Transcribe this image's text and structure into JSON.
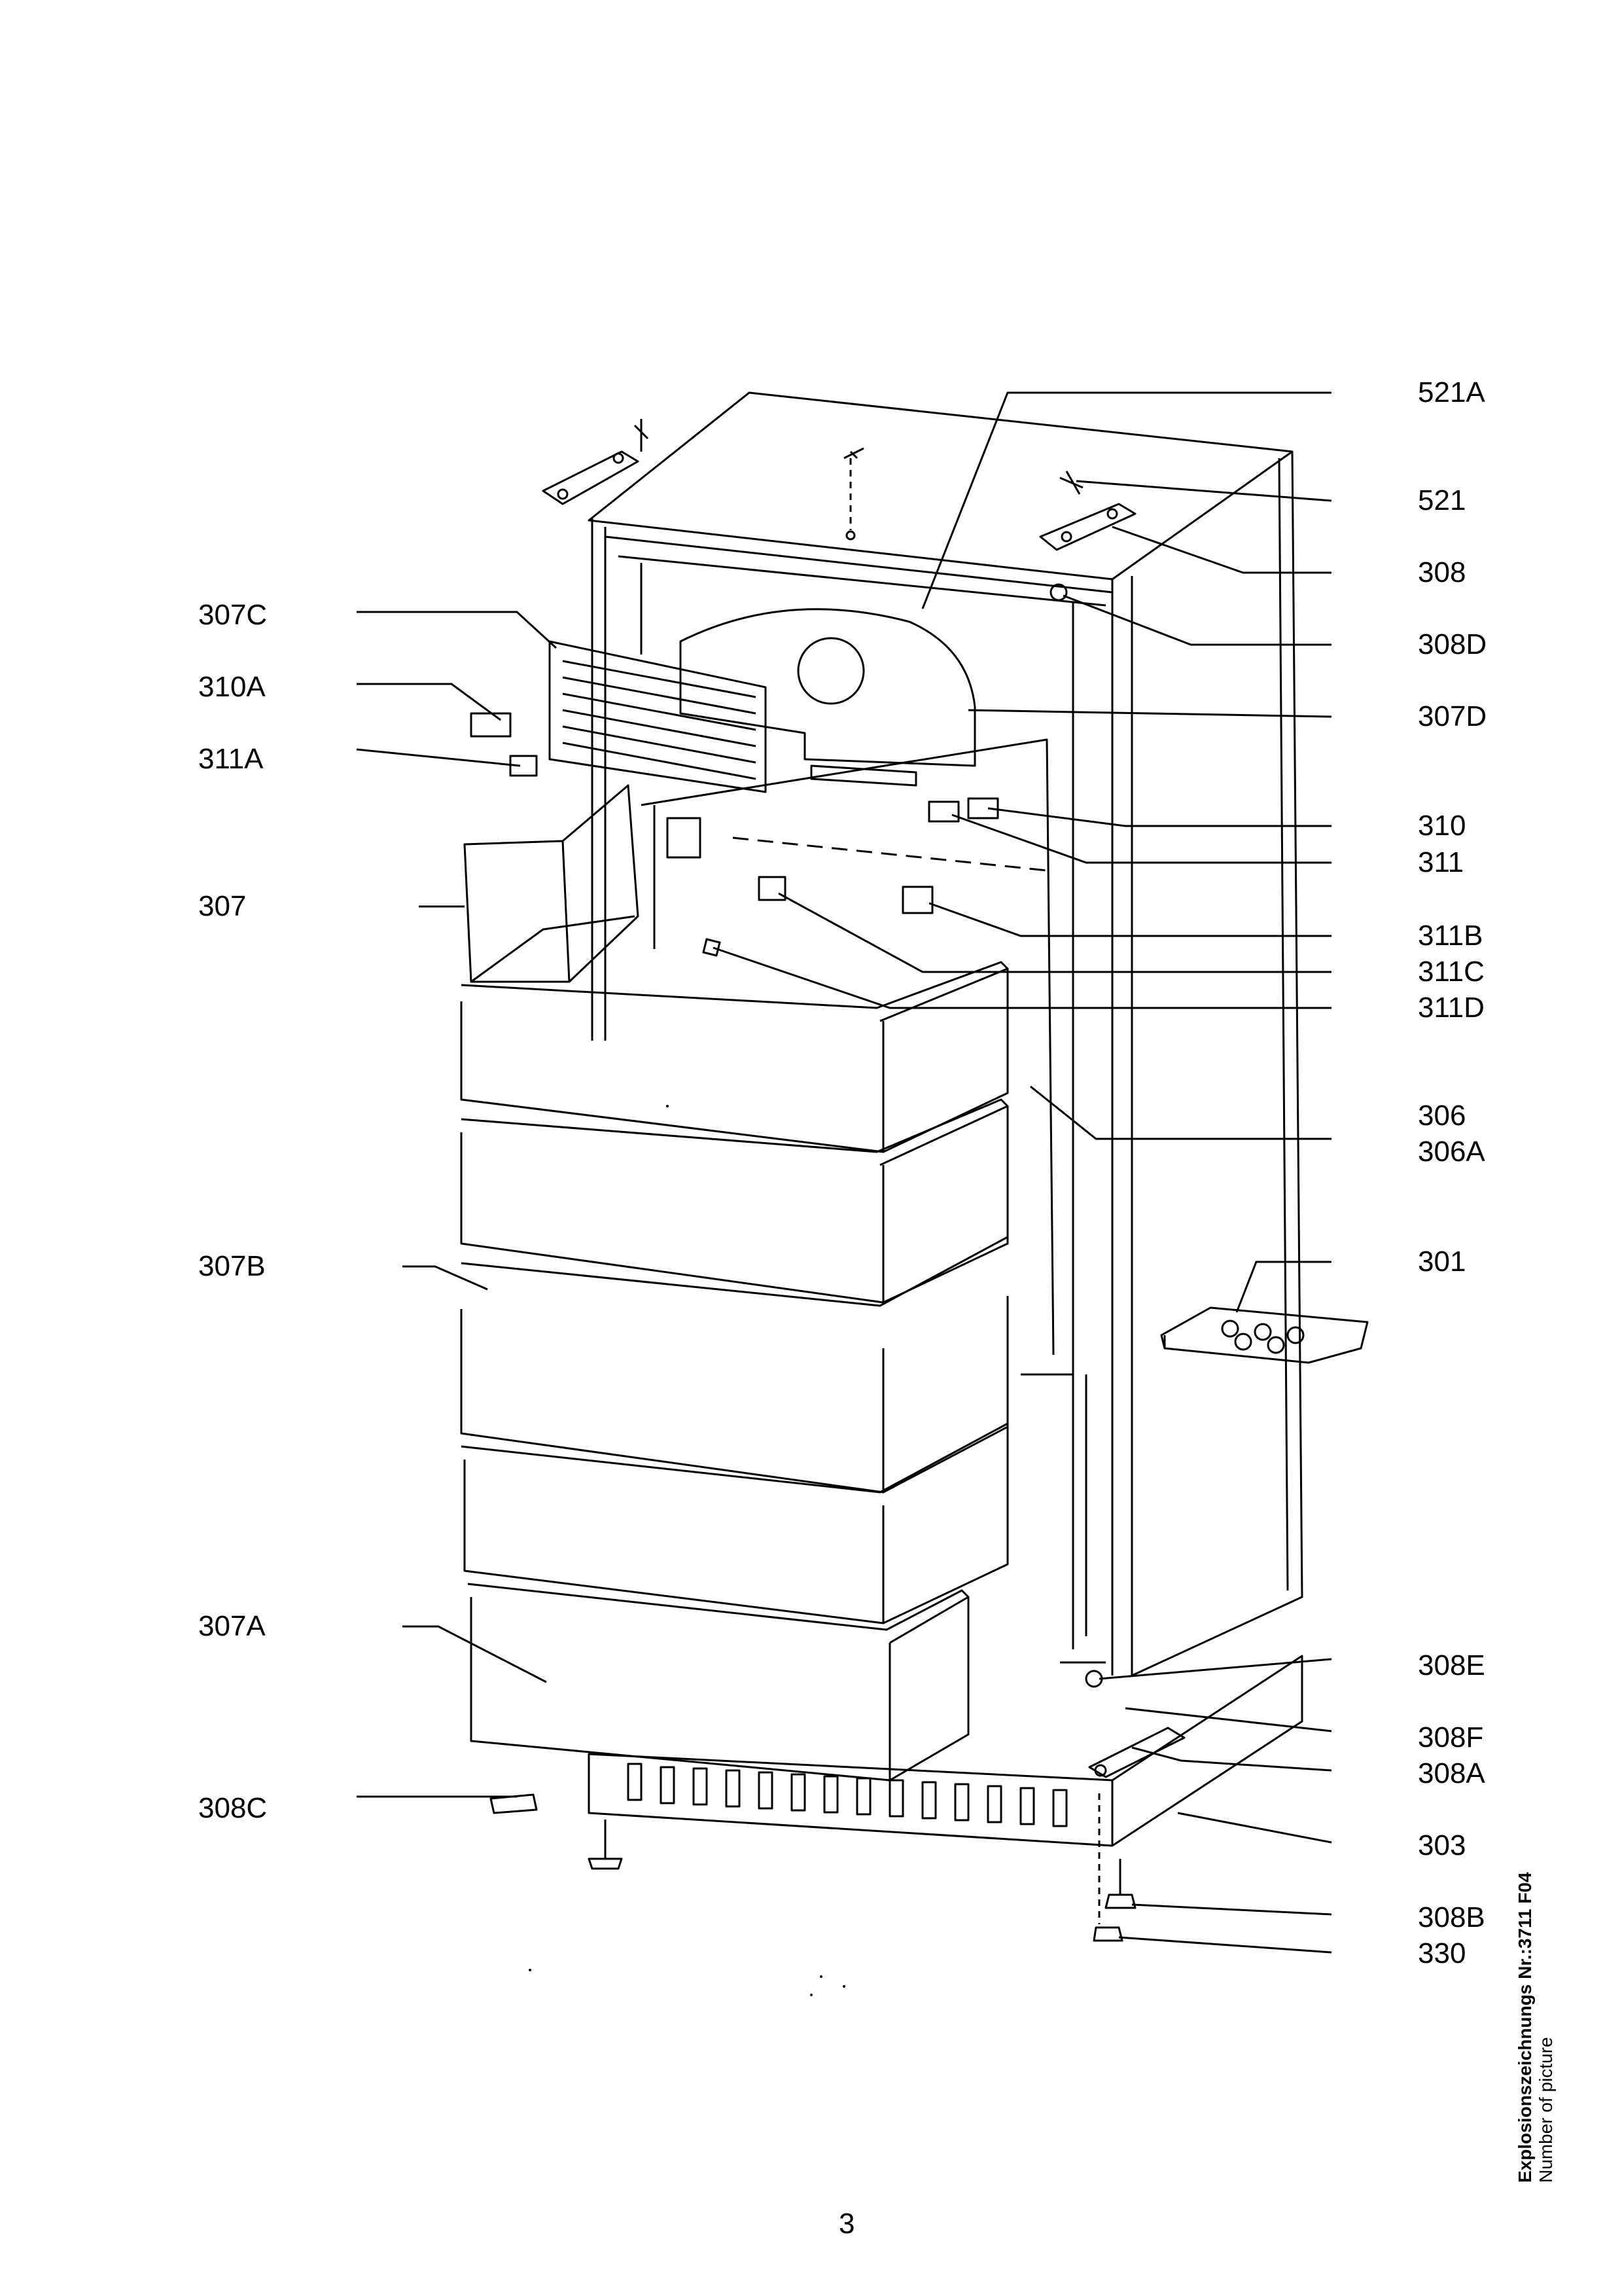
{
  "callouts": {
    "right": [
      "521A",
      "521",
      "308",
      "308D",
      "307D",
      "310",
      "311",
      "311B",
      "311C",
      "311D",
      "306",
      "306A",
      "301",
      "308E",
      "308F",
      "308A",
      "303",
      "308B",
      "330"
    ],
    "left": [
      "307C",
      "310A",
      "311A",
      "307",
      "307B",
      "307A",
      "308C"
    ]
  },
  "page_number": "3",
  "caption": {
    "title": "Explosionszeichnungs Nr.:3711 F04",
    "subtitle": "Number of picture"
  }
}
